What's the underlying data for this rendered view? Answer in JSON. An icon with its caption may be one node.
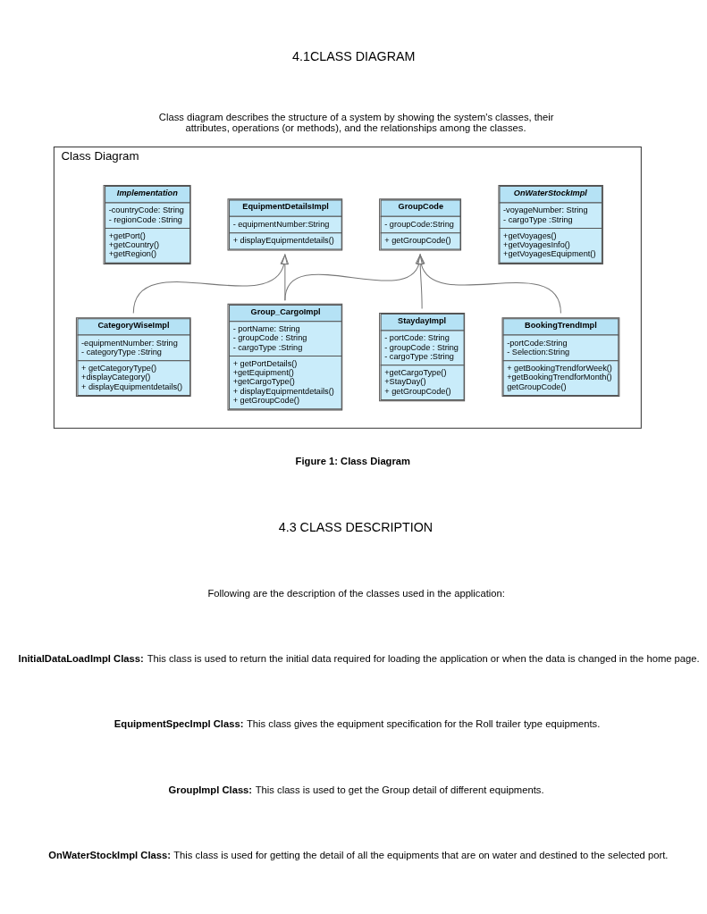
{
  "diagram": {
    "caption": "Figure 1: Class Diagram",
    "nodes": [
      {
        "text": [
          "Class Diagram"
        ]
      },
      {
        "in": 0,
        "text": [
          "Implementation",
          "-countryCode: String - regionCode :String",
          "+getPort() +getCountry() +getRegion()"
        ]
      },
      {
        "in": 0,
        "text": [
          "EquipmentDetailsImpl",
          "- equipmentNumber:String",
          "+ displayEquipmentdetails()"
        ]
      },
      {
        "in": 0,
        "text": [
          "GroupCode",
          "- groupCode:String",
          "+ getGroupCode()"
        ]
      },
      {
        "in": 0,
        "text": [
          "OnWaterStockImpl",
          "-voyageNumber: String - cargoType :String",
          "+getVoyages() +getVoyagesInfo() +getVoyagesEquipment()"
        ]
      },
      {
        "in": 0,
        "text": [
          "CategoryWiseImpl",
          "-equipmentNumber: String - categoryType :String",
          "+ getCategoryType() +displayCategory() + displayEquipmentdetails()"
        ]
      },
      {
        "in": 0,
        "text": [
          "Group_CargoImpl",
          "- portName: String - groupCode : String - cargoType :String",
          "+ getPortDetails() +getEquipment() +getCargoType() + displayEquipmentdetails() + getGroupCode()"
        ]
      },
      {
        "in": 0,
        "text": [
          "StaydayImpl",
          "- portCode: String - groupCode : String - cargoType :String",
          "+getCargoType() +StayDay() + getGroupCode()"
        ]
      },
      {
        "in": 0,
        "text": [
          "BookingTrendImpl",
          "-portCode:String - Selection:String",
          "+ getBookingTrendforWeek() +getBookingTrendforMonth() getGroupCode()"
        ]
      }
    ],
    "edges": [
      {
        "from": 5,
        "to": 2,
        "arrow": "to"
      },
      {
        "from": 6,
        "to": 2,
        "arrow": "to"
      },
      {
        "from": 6,
        "to": 3,
        "arrow": "to"
      },
      {
        "from": 7,
        "to": 3,
        "arrow": "to"
      },
      {
        "from": 8,
        "to": 3,
        "arrow": "to"
      }
    ],
    "labels": [
      "4.1CLASS DIAGRAM",
      "Class diagram describes the structure of a system by showing the system's classes, their attributes, operations (or methods), and the relationships among the classes.",
      "4.3 CLASS DESCRIPTION",
      "Following are the description of the classes used in the application:",
      "**InitialDataLoadImpl Class:** This class is used to return the initial data required for loading the application or when the data is changed in the home page.",
      "**EquipmentSpecImpl Class:** This class gives the equipment specification for the Roll trailer type equipments.",
      "**GroupImpl Class:** This class is used to get the Group detail of different equipments.",
      "**OnWaterStockImpl Class:** This class is used for getting the detail of all the equipments that are on water and destined to the selected port."
    ]
  }
}
